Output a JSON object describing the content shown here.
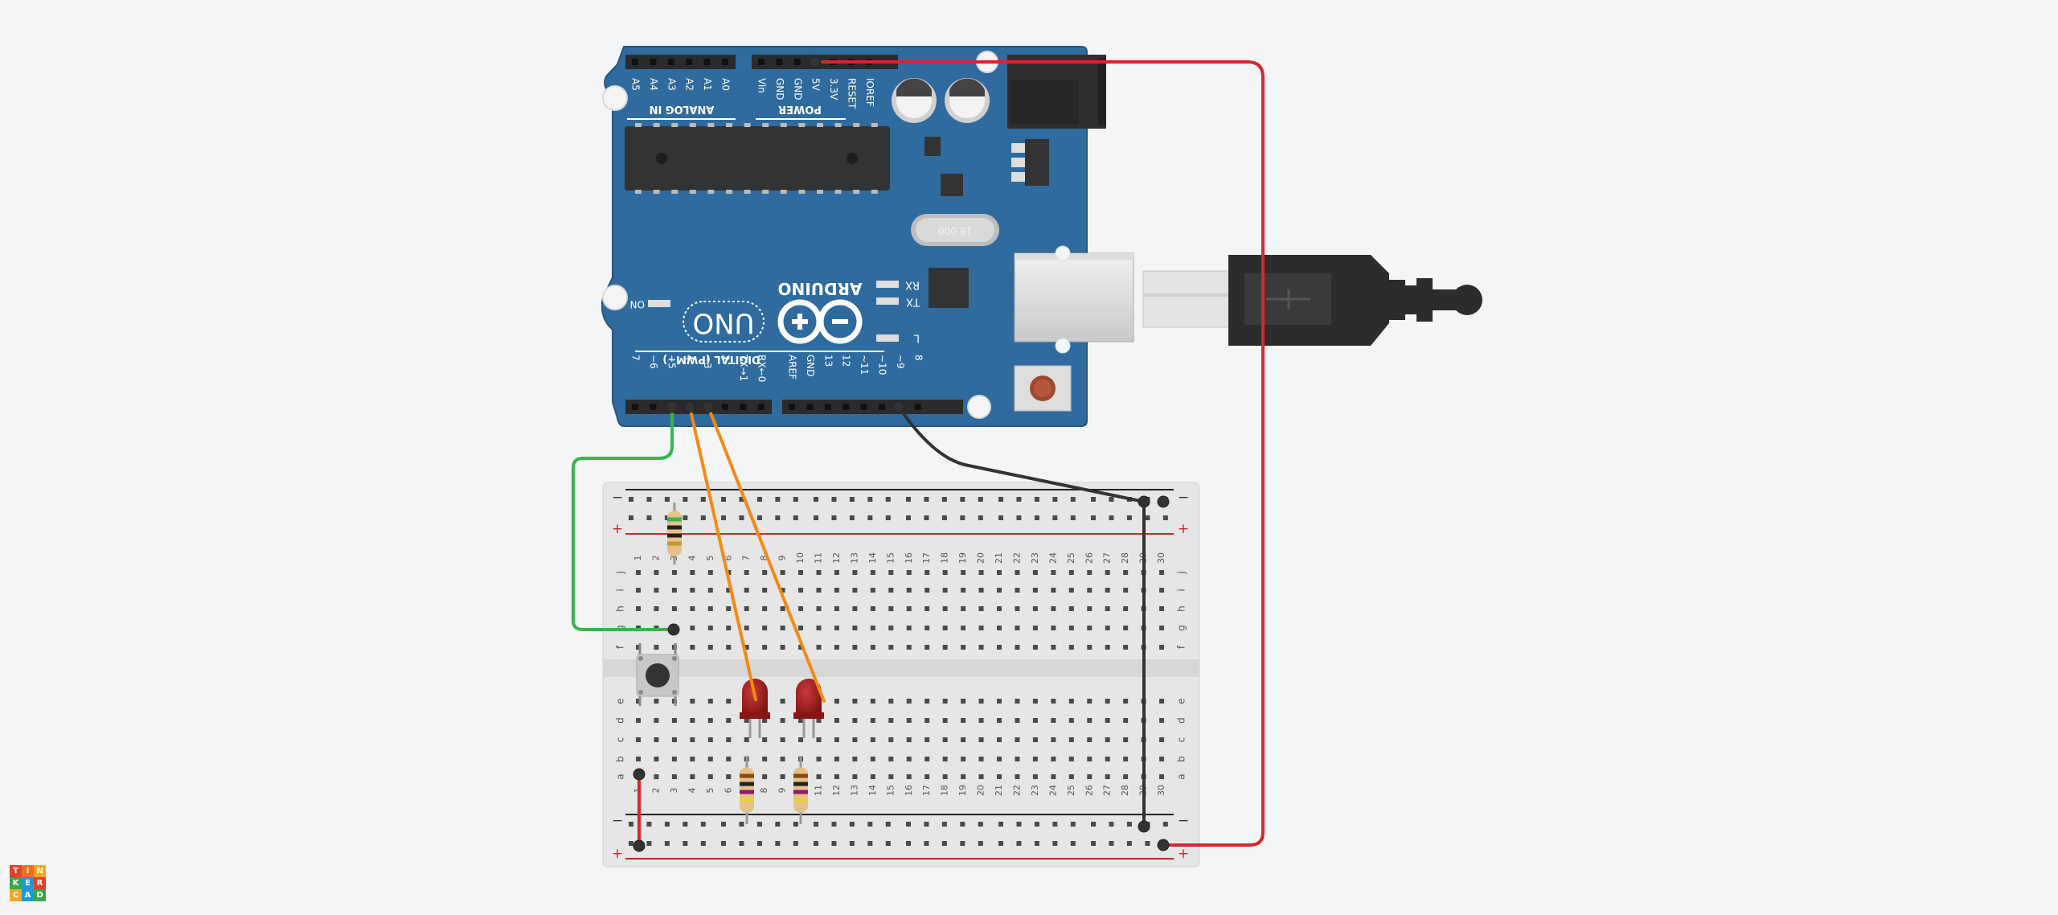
{
  "app": {
    "logo_letters": [
      "T",
      "I",
      "N",
      "K",
      "E",
      "R",
      "C",
      "A",
      "D"
    ],
    "logo_colors": [
      "#e2412b",
      "#f26d21",
      "#f5a623",
      "#37a849",
      "#1d9ad6",
      "#e2412b",
      "#f5a623",
      "#1d9ad6",
      "#37a849"
    ]
  },
  "arduino": {
    "brand": "ARDUINO",
    "model": "UNO",
    "analog_header": "ANALOG IN",
    "power_header": "POWER",
    "digital_header": "DIGITAL (PWM~)",
    "analog_pins": [
      "A5",
      "A4",
      "A3",
      "A2",
      "A1",
      "A0"
    ],
    "power_pins": [
      "Vin",
      "GND",
      "GND",
      "5V",
      "3.3V",
      "RESET",
      "IOREF"
    ],
    "digital_low": [
      "RX←0",
      "TX→1",
      "2",
      "~3",
      "4",
      "~5",
      "~6",
      "7"
    ],
    "digital_high": [
      "8",
      "~9",
      "~10",
      "~11",
      "12",
      "13",
      "GND",
      "AREF"
    ],
    "led_labels": [
      "RX",
      "TX",
      "L"
    ],
    "on_label": "ON",
    "crystal_label": "16.000",
    "board_color": "#2f6b9e"
  },
  "breadboard": {
    "columns": [
      "1",
      "2",
      "3",
      "4",
      "5",
      "6",
      "7",
      "8",
      "9",
      "10",
      "11",
      "12",
      "13",
      "14",
      "15",
      "16",
      "17",
      "18",
      "19",
      "20",
      "21",
      "22",
      "23",
      "24",
      "25",
      "26",
      "27",
      "28",
      "29",
      "30"
    ],
    "rows_top": [
      "j",
      "i",
      "h",
      "g",
      "f"
    ],
    "rows_bottom": [
      "e",
      "d",
      "c",
      "b",
      "a"
    ],
    "rail_minus": "−",
    "rail_plus": "+"
  },
  "wires": {
    "colors": {
      "red": "#d8262c",
      "green": "#3ab54a",
      "orange": "#f28a14",
      "black": "#333333"
    }
  }
}
